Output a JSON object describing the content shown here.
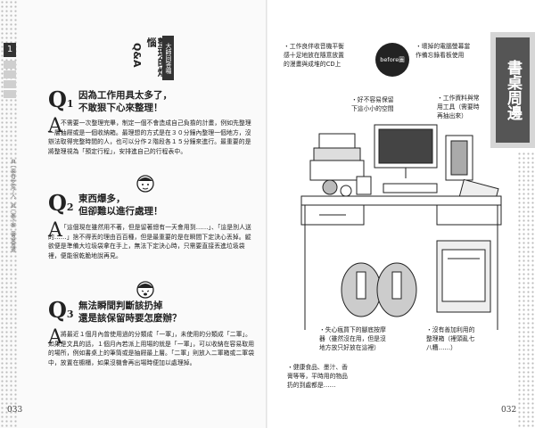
{
  "left_page": {
    "tab_number": "1",
    "running_head": "自一家百步走了入、就一家下家（書桌周邊",
    "header": {
      "title_col1": "Q&A",
      "title_col2": "整理的煩惱",
      "badge": "大師回答囉"
    },
    "questions": [
      {
        "number": "1",
        "title_line1": "因為工作用具太多了，",
        "title_line2": "不敢狠下心來整理！",
        "answer": "不需要一次整理完畢，制定一個不會造成自己負擔的計畫，例如先整理一層抽屜或是一個收納箱。最理想的方式是在３０分鐘內整理一個地方，沒辦法取得完整時間的人，也可以分作２階段各１５分鐘來進行。最重要的是將整理視為「預定行程」，安排進自己的行程表中。"
      },
      {
        "number": "2",
        "title_line1": "東西爆多，",
        "title_line2": "但卻難以進行處理！",
        "answer": "「這個現在雖然用不著，但是留著總有一天會用到……」、「這是別人送的……」捨不得丟的理由百百種，但是最重要的是在瞬間下定決心丟掉。縱欲便是準備大垃圾袋拿在手上，無法下定決心時，只需要直接丟進垃圾袋裡，便能很乾脆地說再見。"
      },
      {
        "number": "3",
        "title_line1": "無法瞬間判斷該扔掉",
        "title_line2": "還是該保留時要怎麼辦？",
        "answer": "將最近１個月內曾使用過的分類成「一軍」，未使用的分類成「二軍」。如果是文具的話，１個月內若派上用場的就是「一軍」，可以收納在容易取用的場所，例如書桌上的筆筒或是抽屜最上層。「二軍」則放入二軍箱或二軍袋中，放置在櫥櫃，如果沒機會再出場時便加以處理掉。"
      }
    ],
    "page_number": "033"
  },
  "right_page": {
    "side_tab_title": "書桌周邊",
    "before_badge": "before圖",
    "callouts": [
      {
        "id": "c1",
        "lines": [
          "・工作良伴收音機平衡",
          "感十足地放在隨意放置",
          "的漫畫與成堆的CD上"
        ]
      },
      {
        "id": "c2",
        "lines": [
          "・壞掉的電腦螢幕當",
          "作備忘錄看板使用"
        ]
      },
      {
        "id": "c3",
        "lines": [
          "・好不容易保留",
          "下這小小的空間"
        ]
      },
      {
        "id": "c4",
        "lines": [
          "・工作資料與常",
          "用工具（需要時",
          "再抽出來）"
        ]
      },
      {
        "id": "c5",
        "lines": [
          "・失心瘋買下的腳底按摩",
          "器（雖然沒在用，但是沒",
          "地方放只好放在這裡）"
        ]
      },
      {
        "id": "c6",
        "lines": [
          "・沒有善加利用的",
          "整理箱（裡頭亂七",
          "八糟……）"
        ]
      },
      {
        "id": "c7",
        "lines": [
          "・健康食品、墨汁、香",
          "膏等等，平時用的物品",
          "扔的到處都是……"
        ]
      }
    ],
    "page_number": "032"
  },
  "colors": {
    "dark": "#333333",
    "tab_gray": "#d6d6d6",
    "dot": "#bbbbbb"
  }
}
